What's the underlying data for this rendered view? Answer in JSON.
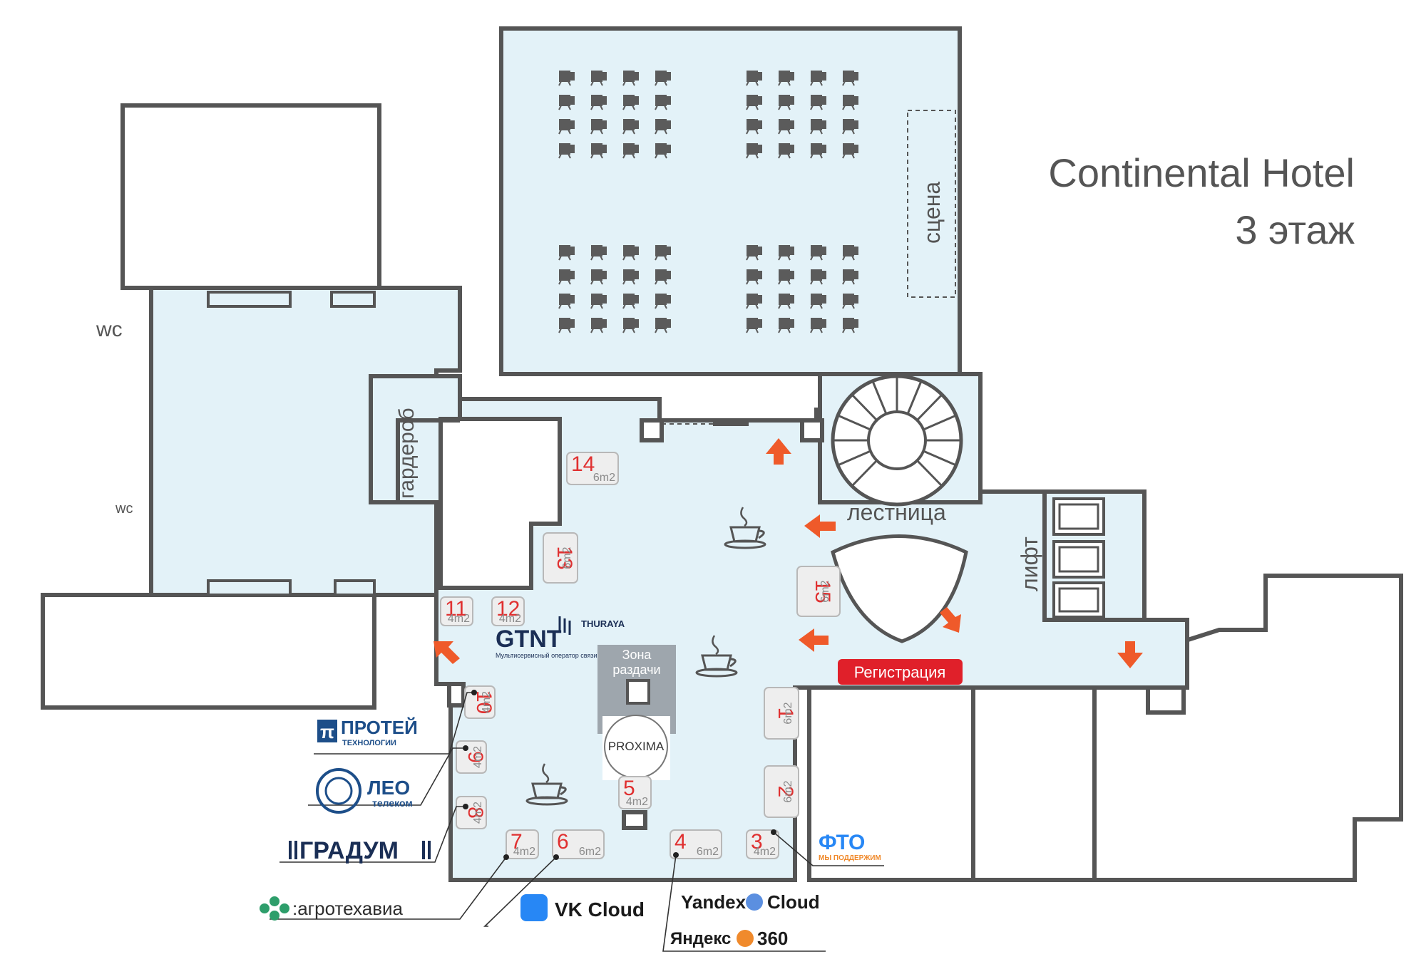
{
  "venue": {
    "title_line1": "Continental Hotel",
    "title_line2": "3 этаж"
  },
  "rooms": {
    "wc_top": "wc",
    "wc_bottom": "wc",
    "cloakroom": "гардероб",
    "stage": "сцена",
    "stairs": "лестница",
    "elevator": "лифт",
    "serving_zone_line1": "Зона",
    "serving_zone_line2": "раздачи"
  },
  "registration": {
    "label": "Регистрация",
    "color": "#e0202a"
  },
  "booths": [
    {
      "number": "1",
      "area": "6m",
      "sup": "2"
    },
    {
      "number": "2",
      "area": "6m",
      "sup": "2"
    },
    {
      "number": "3",
      "area": "4m",
      "sup": "2"
    },
    {
      "number": "4",
      "area": "6m",
      "sup": "2"
    },
    {
      "number": "5",
      "area": "4m",
      "sup": "2"
    },
    {
      "number": "6",
      "area": "6m",
      "sup": "2"
    },
    {
      "number": "7",
      "area": "4m",
      "sup": "2"
    },
    {
      "number": "8",
      "area": "4m",
      "sup": "2"
    },
    {
      "number": "9",
      "area": "4m",
      "sup": "2"
    },
    {
      "number": "10",
      "area": "4m",
      "sup": "2"
    },
    {
      "number": "11",
      "area": "4m",
      "sup": "2"
    },
    {
      "number": "12",
      "area": "4m",
      "sup": "2"
    },
    {
      "number": "13",
      "area": "6m",
      "sup": "2"
    },
    {
      "number": "14",
      "area": "6m",
      "sup": "2"
    },
    {
      "number": "15",
      "area": "6m",
      "sup": "2"
    }
  ],
  "exhibitors": {
    "protei_line1": "ПРОТЕЙ",
    "protei_line2": "ТЕХНОЛОГИИ",
    "protei_mark": "π",
    "leo_line1": "ЛЕО",
    "leo_line2": "телеком",
    "gradum": "ГРАДУМ",
    "agrotech": ":агротехавиа",
    "vkcloud": "VK Cloud",
    "yandex_cloud_1": "Yandex",
    "yandex_cloud_2": "Cloud",
    "yandex360_1": "Яндекс",
    "yandex360_2": "360",
    "fto": "ФТО",
    "fto_sub": "МЫ ПОДДЕРЖИМ",
    "gtnt": "GTNT",
    "gtnt_sub": "Мультисервисный оператор связи",
    "thuraya": "THURAYA",
    "proxima": "PROXIMA"
  },
  "colors": {
    "floor": "#e3f2f8",
    "walls": "#555555",
    "arrows": "#ef5a2a",
    "booth_numbers": "#e03030",
    "brand_blue": "#1d4e89"
  }
}
